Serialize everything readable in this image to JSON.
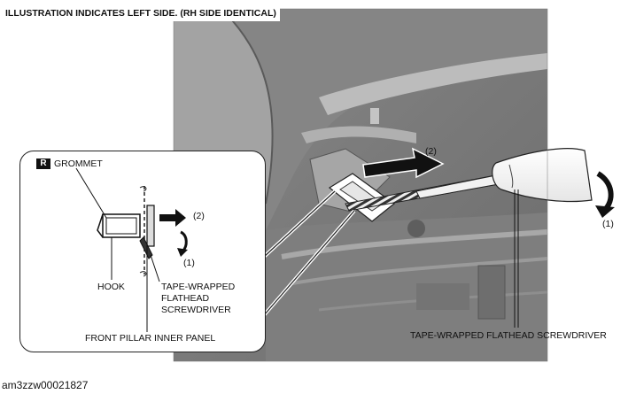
{
  "header": {
    "text": "ILLUSTRATION INDICATES LEFT SIDE. (RH SIDE IDENTICAL)"
  },
  "figure_id": "am3zzw00021827",
  "inset": {
    "badge": "R",
    "labels": {
      "grommet": "GROMMET",
      "hook": "HOOK",
      "tape_line1": "TAPE-WRAPPED",
      "tape_line2": "FLATHEAD",
      "tape_line3": "SCREWDRIVER",
      "pillar": "FRONT PILLAR INNER PANEL",
      "step2": "(2)",
      "step1": "(1)"
    }
  },
  "main": {
    "labels": {
      "step2": "(2)",
      "step1": "(1)",
      "tool": "TAPE-WRAPPED FLATHEAD SCREWDRIVER"
    }
  }
}
